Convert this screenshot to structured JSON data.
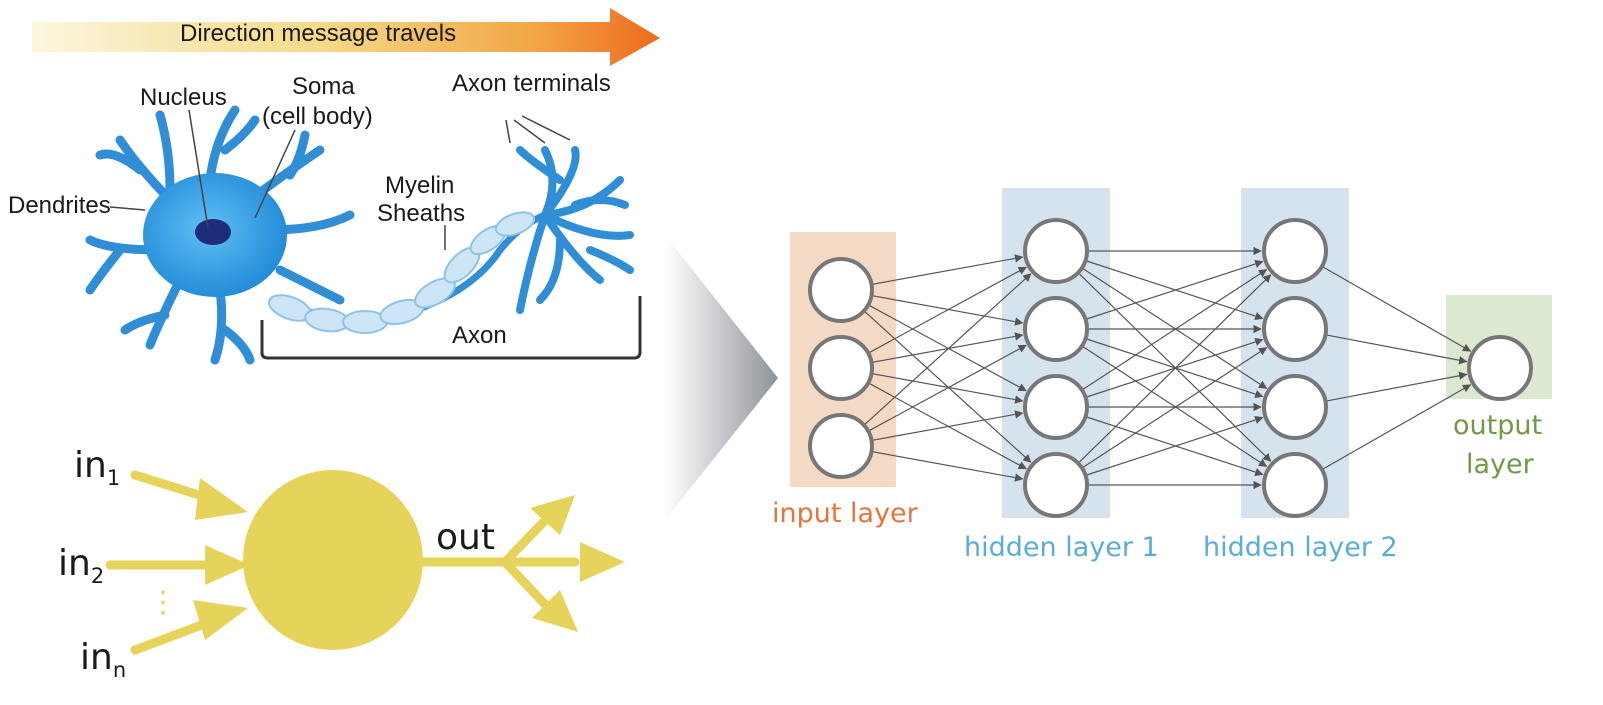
{
  "neuron": {
    "direction_label": "Direction message travels",
    "labels": {
      "nucleus": "Nucleus",
      "soma": "Soma",
      "soma_sub": "(cell body)",
      "axon_terminals": "Axon terminals",
      "dendrites": "Dendrites",
      "myelin": "Myelin",
      "sheaths": "Sheaths",
      "axon": "Axon"
    }
  },
  "perceptron": {
    "input_base": "in",
    "input_subscripts": [
      "1",
      "2",
      "n"
    ],
    "output_label": "out",
    "ellipsis": "⋮"
  },
  "network": {
    "layers": [
      {
        "name": "input layer",
        "nodes": 3,
        "color": "#f4d9c4",
        "label_color": "#e8743b"
      },
      {
        "name": "hidden layer 1",
        "nodes": 4,
        "color": "#d5e3ee",
        "label_color": "#5bacd8"
      },
      {
        "name": "hidden layer 2",
        "nodes": 4,
        "color": "#d5e3ee",
        "label_color": "#5bacd8"
      },
      {
        "name": "output",
        "name_line2": "layer",
        "nodes": 1,
        "color": "#dde8d0",
        "label_color": "#6f9a48"
      }
    ]
  },
  "colors": {
    "neuron_blue": "#2f8ed6",
    "nucleus": "#1e2d7a",
    "perceptron_yellow": "#e6d35a",
    "node_stroke": "#777777"
  }
}
